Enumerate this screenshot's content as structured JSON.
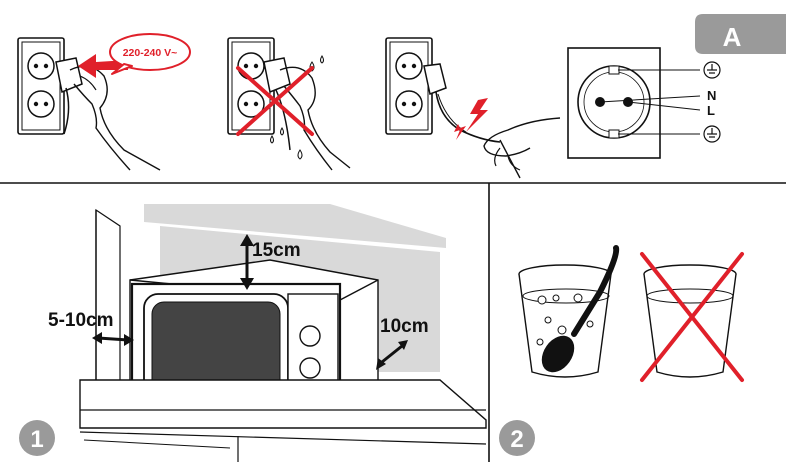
{
  "section_tab": {
    "label": "A",
    "color": "#9a9a9a"
  },
  "voltage_label": "220-240 V~",
  "socket_labels": {
    "neutral": "N",
    "live": "L"
  },
  "clearances": {
    "top": "15cm",
    "side": "5-10cm",
    "back": "10cm"
  },
  "steps": {
    "one": "1",
    "two": "2"
  },
  "colors": {
    "accent_red": "#e0202a",
    "line": "#111111",
    "wall_grey": "#d9d9d9",
    "badge_grey": "#9a9a9a"
  },
  "icons": [
    "power-plug-icon",
    "wall-socket-icon",
    "lightning-icon",
    "ground-symbol-icon",
    "microwave-icon",
    "glass-icon",
    "spoon-icon",
    "prohibited-cross-icon"
  ]
}
